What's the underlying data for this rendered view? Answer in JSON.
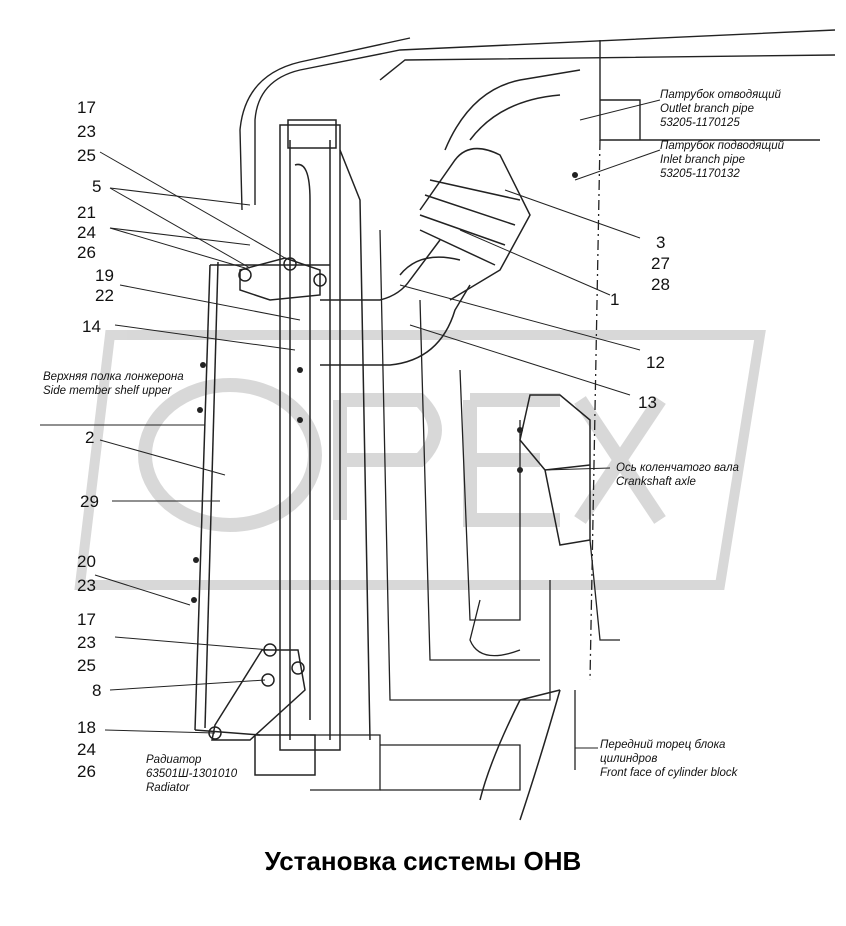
{
  "title": "Установка системы ОНВ",
  "watermark": "OPEX",
  "callouts": {
    "c_17_23_25_top": [
      "17",
      "23",
      "25"
    ],
    "c_5": "5",
    "c_21_24_26": [
      "21",
      "24",
      "26"
    ],
    "c_19_22": [
      "19",
      "22"
    ],
    "c_14": "14",
    "c_2": "2",
    "c_29": "29",
    "c_20_23": [
      "20",
      "23"
    ],
    "c_17_23_25_bottom": [
      "17",
      "23",
      "25"
    ],
    "c_8": "8",
    "c_18_24_26": [
      "18",
      "24",
      "26"
    ],
    "c_3_27_28": [
      "3",
      "27",
      "28"
    ],
    "c_1": "1",
    "c_12": "12",
    "c_13": "13"
  },
  "notes": {
    "outlet_pipe": [
      "Патрубок отводящий",
      "Outlet branch pipe",
      "53205-1170125"
    ],
    "inlet_pipe": [
      "Патрубок подводящий",
      "Inlet branch pipe",
      "53205-1170132"
    ],
    "side_member": [
      "Верхняя полка лонжерона",
      "Side member shelf upper"
    ],
    "crankshaft": [
      "Ось коленчатого вала",
      "Crankshaft axle"
    ],
    "cylinder_block": [
      "Передний торец блока",
      "цилиндров",
      "Front face of cylinder block"
    ],
    "radiator": [
      "Радиатор",
      "63501Ш-1301010",
      "Radiator"
    ]
  }
}
